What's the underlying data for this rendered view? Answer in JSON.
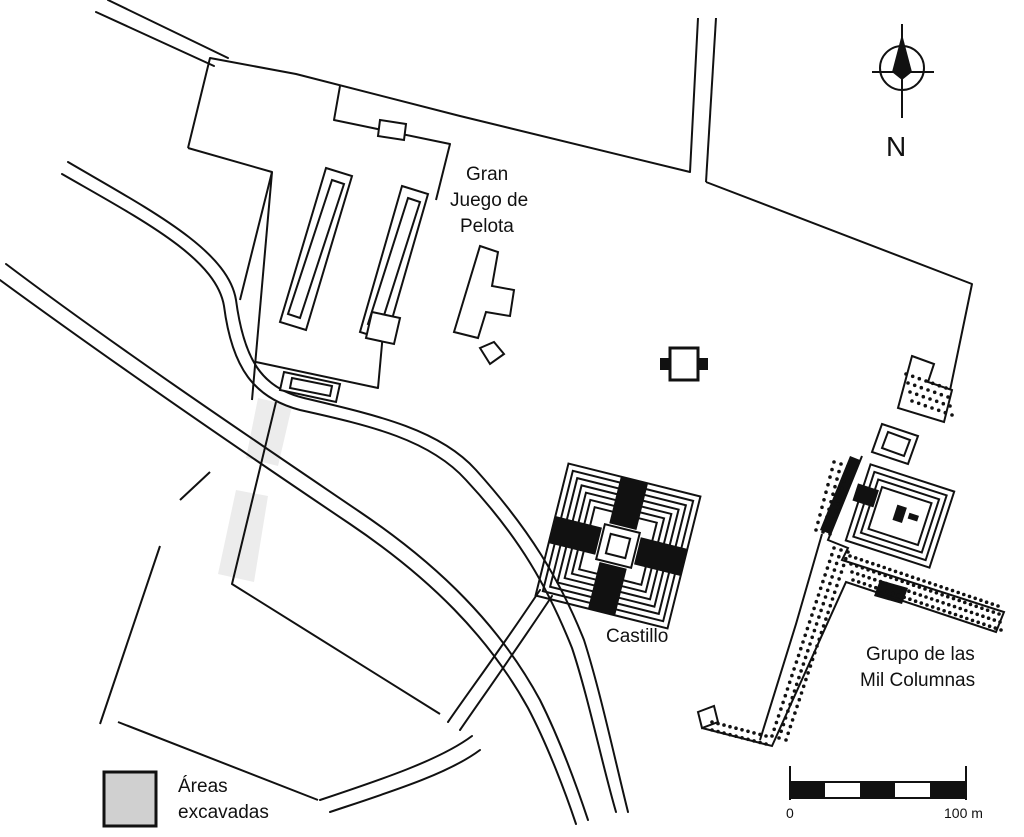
{
  "labels": {
    "ball_court_line1": "Gran",
    "ball_court_line2": "Juego de",
    "ball_court_line3": "Pelota",
    "castillo": "Castillo",
    "columns_line1": "Grupo de las",
    "columns_line2": "Mil Columnas",
    "north": "N"
  },
  "legend": {
    "line1": "Áreas",
    "line2": "excavadas",
    "swatch_color": "#d0d0d0"
  },
  "scale_bar": {
    "start_label": "0",
    "end_label": "100 m"
  },
  "colors": {
    "excavated_strip": "#ececec",
    "ink": "#111111",
    "background": "#ffffff"
  }
}
